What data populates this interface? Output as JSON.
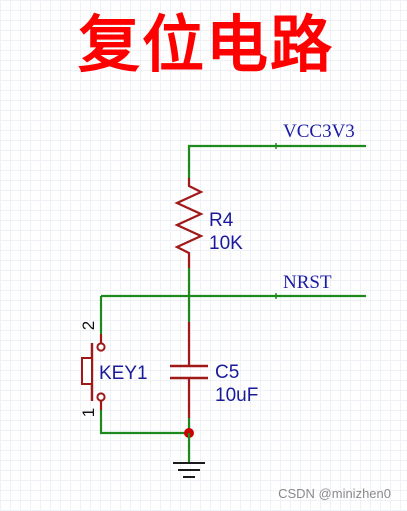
{
  "title": "复位电路",
  "nets": {
    "vcc": "VCC3V3",
    "nrst": "NRST"
  },
  "components": {
    "resistor": {
      "ref": "R4",
      "value": "10K"
    },
    "capacitor": {
      "ref": "C5",
      "value": "10uF"
    },
    "switch": {
      "ref": "KEY1",
      "pin_top": "2",
      "pin_bottom": "1"
    }
  },
  "colors": {
    "title": "#ff0000",
    "wire": "#1e8a1e",
    "component": "#a01818",
    "junction": "#cc0000",
    "label": "#1a1aa6"
  },
  "watermark": "CSDN @minizhen0"
}
